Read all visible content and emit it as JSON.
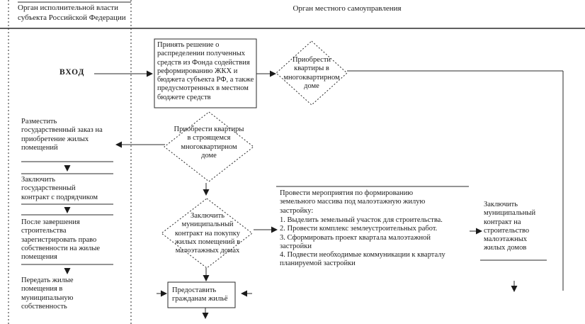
{
  "header": {
    "left": "Орган исполнительной власти субъекта Российской Федерации",
    "right": "Орган местного самоуправления"
  },
  "entry": {
    "label": "ВХОД"
  },
  "flow": {
    "decide_funds": "Принять решение о распределении полученных средств из Фонда содействия реформированию ЖКХ и бюджета субъекта РФ, а также предусмотренных в местном бюджете средств",
    "buy_apartments": "Приобрести квартиры в многоквартирном доме",
    "buy_apartments_construction": "Приобрести квартиры в строящемся многоквартирном доме",
    "municipal_purchase_contract": "Заключить муниципальный контракт на покупку жилых помещений в малоэтажных домах",
    "provide_housing": "Предоставить гражданам жильё",
    "municipal_construction_contract": "Заключить муниципальный контракт на строительство малоэтажных жилых домов"
  },
  "land_block": {
    "intro": "Провести мероприятия по формированию земельного массива под малоэтажную жилую застройку:",
    "items": [
      "1.  Выделить земельный участок для строительства.",
      "2.  Провести комплекс землеустроительных работ.",
      "3.  Сформировать проект квартала малоэтажной застройки",
      "4.  Подвести необходимые коммуникации к кварталу планируемой застройки"
    ]
  },
  "left_column": {
    "steps": [
      "Разместить государственный заказ на приобретение жилых помещений",
      "Заключить государственный контракт с подрядчиком",
      "После завершения строительства зарегистрировать право собственности на жилые помещения",
      "Передать жилые помещения в муниципальную собственность"
    ]
  },
  "colors": {
    "ink": "#1b1b1b",
    "line": "#2a2a2a",
    "background": "#ffffff"
  }
}
